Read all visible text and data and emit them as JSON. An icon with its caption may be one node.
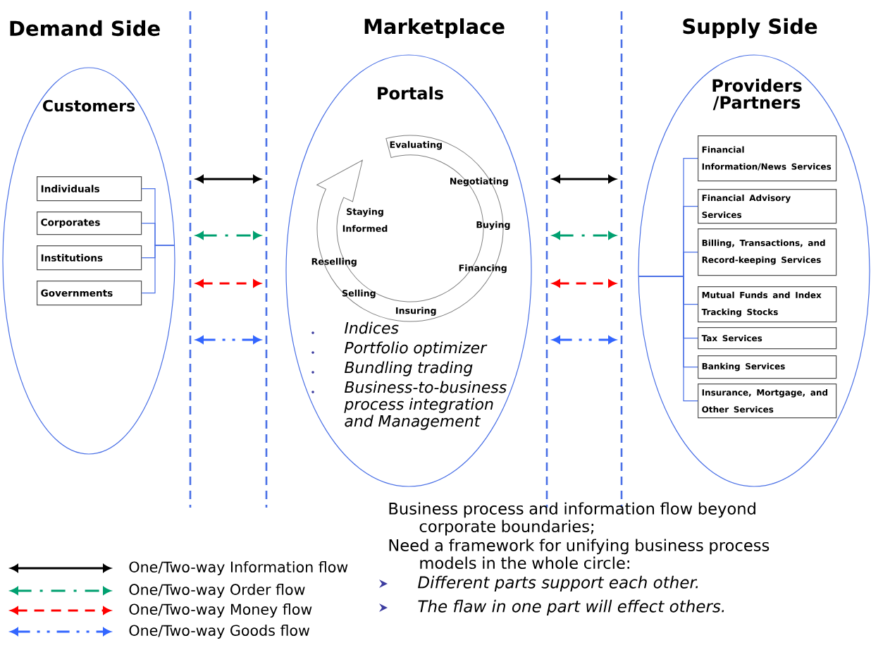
{
  "diagram": {
    "nodes": [
      {
        "text": [
          "Customers"
        ]
      },
      {
        "text": [
          "Individuals"
        ],
        "in": 0
      },
      {
        "text": [
          "Corporates"
        ],
        "in": 0
      },
      {
        "text": [
          "Institutions"
        ],
        "in": 0
      },
      {
        "text": [
          "Governments"
        ],
        "in": 0
      },
      {
        "text": [
          "Portals",
          "Indices",
          "Portfolio optimizer",
          "Bundling trading",
          "Business-to-business process integration and Management"
        ]
      },
      {
        "text": [
          "Providers /Partners"
        ]
      },
      {
        "text": [
          "Financial Information/News Services"
        ],
        "in": 6
      },
      {
        "text": [
          "Financial Advisory Services"
        ],
        "in": 6
      },
      {
        "text": [
          "Billing, Transactions, and Record-keeping Services"
        ],
        "in": 6
      },
      {
        "text": [
          "Mutual Funds and Index Tracking Stocks"
        ],
        "in": 6
      },
      {
        "text": [
          "Tax Services"
        ],
        "in": 6
      },
      {
        "text": [
          "Banking Services"
        ],
        "in": 6
      },
      {
        "text": [
          "Insurance, Mortgage, and Other Services"
        ],
        "in": 6
      }
    ],
    "edges": [
      {
        "from": 1,
        "to": 0,
        "arrow": "none"
      },
      {
        "from": 2,
        "to": 0,
        "arrow": "none"
      },
      {
        "from": 3,
        "to": 0,
        "arrow": "none"
      },
      {
        "from": 4,
        "to": 0,
        "arrow": "none"
      },
      {
        "from": 0,
        "to": 5,
        "arrow": "both",
        "color": "#000000"
      },
      {
        "from": 0,
        "to": 5,
        "arrow": "both",
        "style": "dashed",
        "color": "#00a070"
      },
      {
        "from": 0,
        "to": 5,
        "arrow": "both",
        "style": "dashed",
        "color": "#ff0000"
      },
      {
        "from": 0,
        "to": 5,
        "arrow": "both",
        "style": "dashed",
        "color": "#3366ff"
      },
      {
        "from": 5,
        "to": 6,
        "arrow": "both",
        "color": "#000000"
      },
      {
        "from": 5,
        "to": 6,
        "arrow": "both",
        "style": "dashed",
        "color": "#00a070"
      },
      {
        "from": 5,
        "to": 6,
        "arrow": "both",
        "style": "dashed",
        "color": "#ff0000"
      },
      {
        "from": 5,
        "to": 6,
        "arrow": "both",
        "style": "dashed",
        "color": "#3366ff"
      },
      {
        "from": 7,
        "to": 6,
        "arrow": "none"
      },
      {
        "from": 8,
        "to": 6,
        "arrow": "none"
      },
      {
        "from": 9,
        "to": 6,
        "arrow": "none"
      },
      {
        "from": 10,
        "to": 6,
        "arrow": "none"
      },
      {
        "from": 11,
        "to": 6,
        "arrow": "none"
      },
      {
        "from": 12,
        "to": 6,
        "arrow": "none"
      },
      {
        "from": 13,
        "to": 6,
        "arrow": "none"
      }
    ],
    "labels": [
      "Demand Side",
      "Marketplace",
      "Supply Side",
      "Evaluating",
      "Negotiating",
      "Buying",
      "Financing",
      "Insuring",
      "Selling",
      "Reselling",
      "Staying Informed",
      "Business process and information flow beyond corporate boundaries;",
      "Need a framework for unifying business process models in the whole circle:",
      "Different parts support each other.",
      "The flaw in one part will effect others."
    ],
    "legend": [
      {
        "text": "One/Two-way Information flow"
      },
      {
        "text": "One/Two-way Order flow"
      },
      {
        "text": "One/Two-way Money flow"
      },
      {
        "text": "One/Two-way Goods flow"
      }
    ]
  }
}
